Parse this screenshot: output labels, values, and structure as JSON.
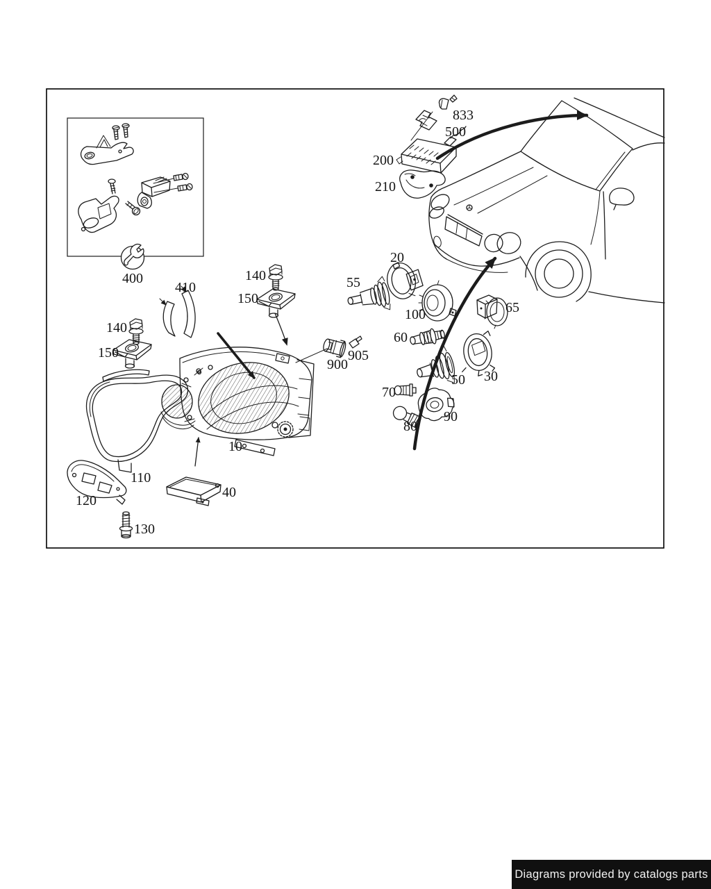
{
  "diagram": {
    "kind": "exploded-parts-diagram-headlamp",
    "line_color": "#1c1c1c",
    "frame_border_color": "#000000",
    "background": "#ffffff",
    "part_labels": {
      "l833": "833",
      "l500": "500",
      "l200": "200",
      "l210": "210",
      "l20": "20",
      "l55": "55",
      "l100": "100",
      "l65": "65",
      "l60": "60",
      "l50": "50",
      "l30": "30",
      "l70": "70",
      "l90": "90",
      "l80": "80",
      "l140_top": "140",
      "l150_top": "150",
      "l140_left": "140",
      "l150_left": "150",
      "l410": "410",
      "l400": "400",
      "l900": "900",
      "l905": "905",
      "l10": "10",
      "l110": "110",
      "l120": "120",
      "l130": "130",
      "l40": "40"
    },
    "icons": {
      "wrench": "wrench-icon"
    }
  },
  "footer": {
    "text": "Diagrams provided by catalogs parts",
    "background": "#101010",
    "color": "#f2f2f2"
  }
}
